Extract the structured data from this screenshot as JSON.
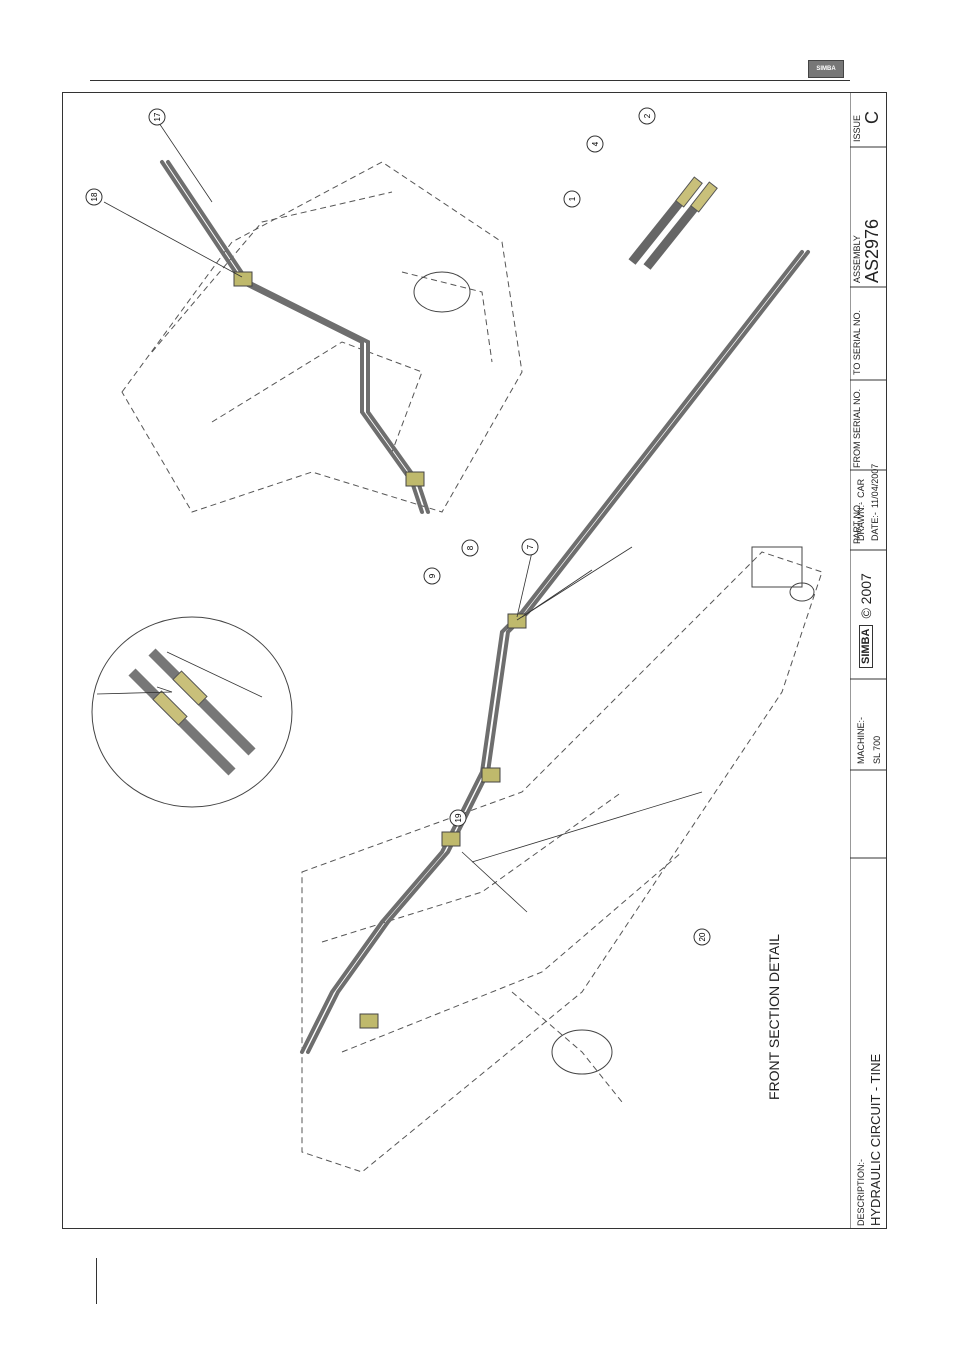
{
  "header": {
    "logo_text": "SIMBA"
  },
  "drawing": {
    "view_label": "FRONT SECTION DETAIL",
    "callouts": [
      "17",
      "18",
      "2",
      "4",
      "1",
      "9",
      "8",
      "7",
      "19",
      "20"
    ]
  },
  "title_block": {
    "description_label": "DESCRIPTION:-",
    "description_value": "HYDRAULIC CIRCUIT - TINE",
    "machine_label": "MACHINE:-",
    "machine_value": "SL 700",
    "brand_mark": "SIMBA",
    "copyright": "© 2007",
    "drawn_label": "DRAWN:-",
    "drawn_value": "CAR",
    "date_label": "DATE:-",
    "date_value": "11/04/2007",
    "part_no_label": "PART NO.",
    "from_serial_label": "FROM SERIAL NO.",
    "to_serial_label": "TO SERIAL NO.",
    "assembly_label": "ASSEMBLY",
    "assembly_value": "AS2976",
    "issue_label": "ISSUE",
    "issue_value": "C"
  }
}
